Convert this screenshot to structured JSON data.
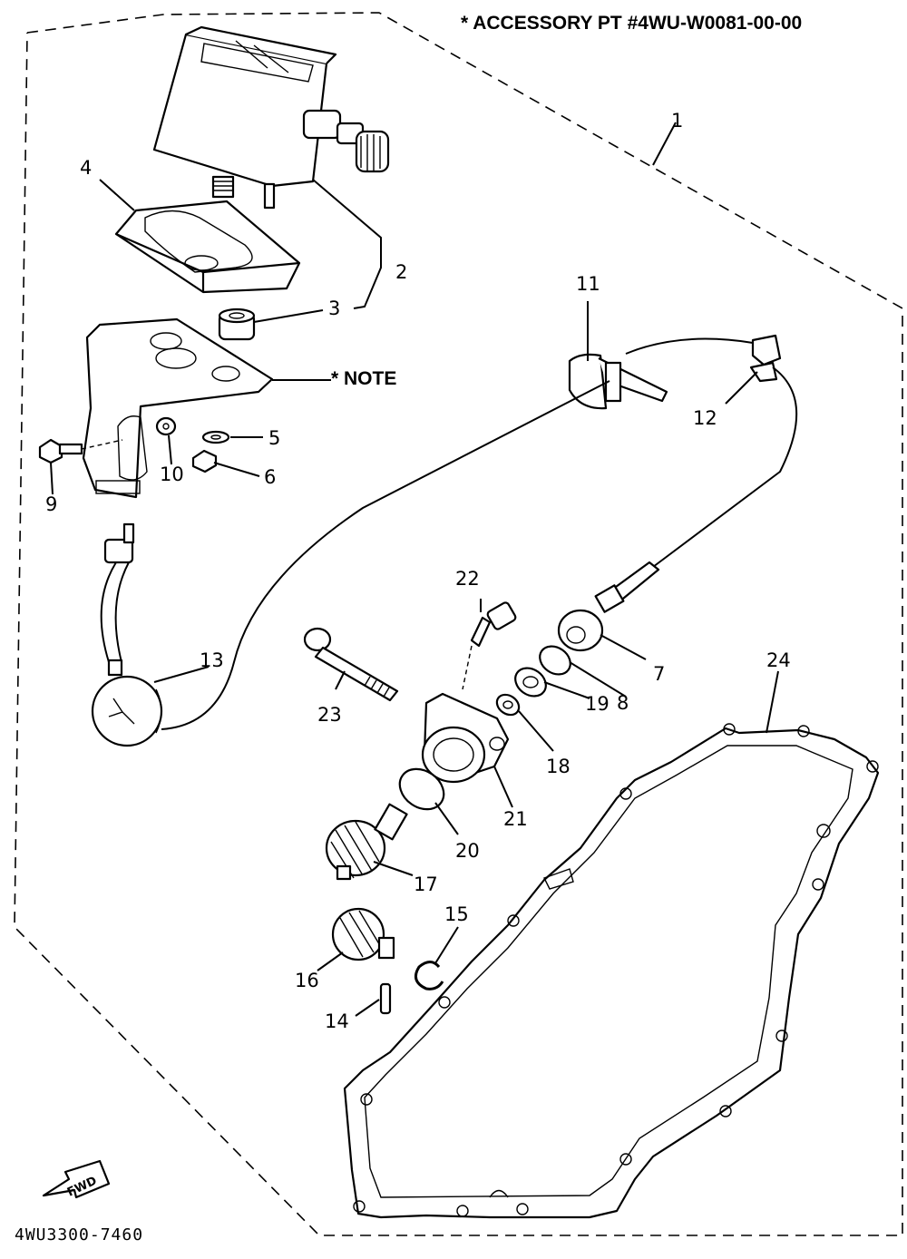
{
  "header": {
    "accessory_note": "* ACCESSORY PT #4WU-W0081-00-00"
  },
  "note_label": "* NOTE",
  "footer": {
    "diagram_code": "4WU3300-7460"
  },
  "fwd_label": "FWD",
  "callouts": [
    "1",
    "2",
    "3",
    "4",
    "5",
    "6",
    "7",
    "8",
    "9",
    "10",
    "11",
    "12",
    "13",
    "14",
    "15",
    "16",
    "17",
    "18",
    "19",
    "20",
    "21",
    "22",
    "23",
    "24"
  ]
}
